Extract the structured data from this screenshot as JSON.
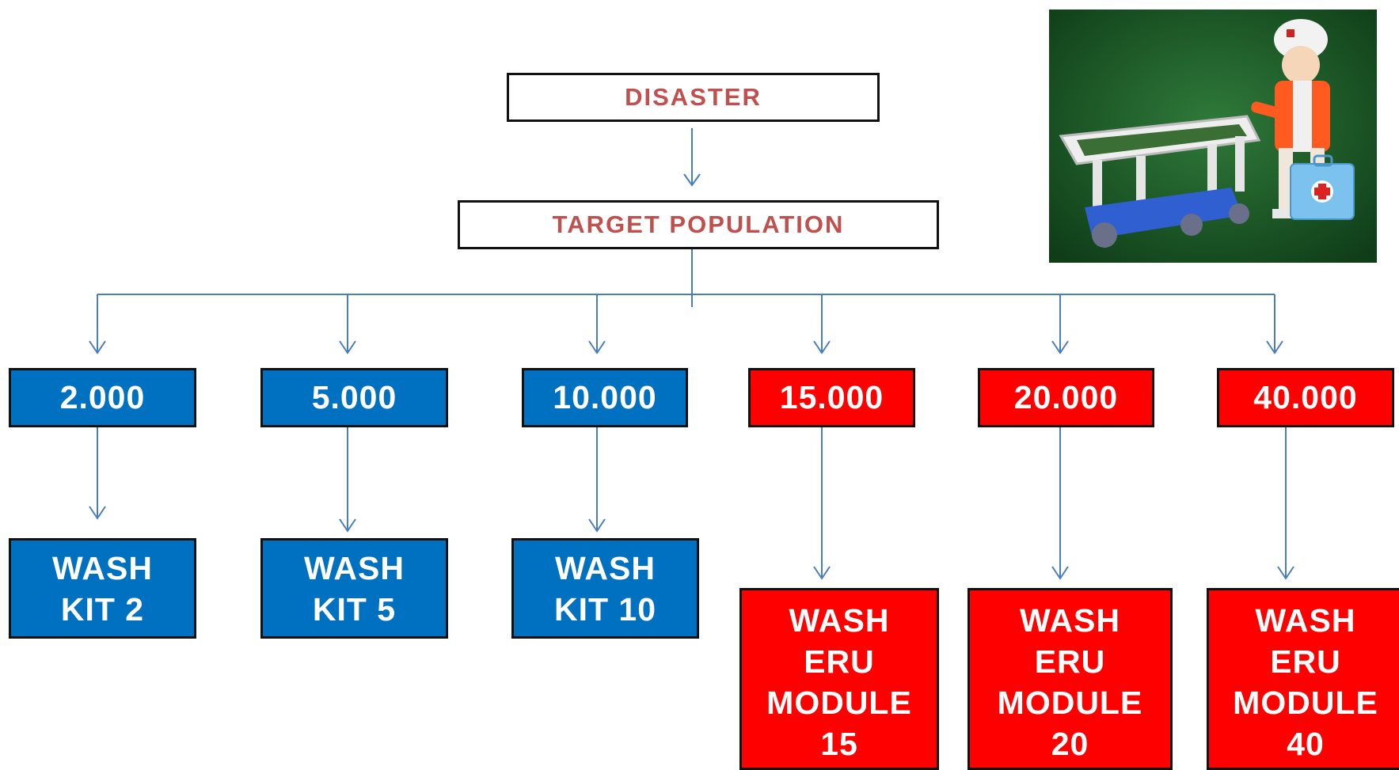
{
  "diagram": {
    "root": "DISASTER",
    "target": "TARGET POPULATION",
    "populations": [
      {
        "label": "2.000",
        "color": "blue",
        "output": "WASH\nKIT 2"
      },
      {
        "label": "5.000",
        "color": "blue",
        "output": "WASH\nKIT 5"
      },
      {
        "label": "10.000",
        "color": "blue",
        "output": "WASH\nKIT 10"
      },
      {
        "label": "15.000",
        "color": "red",
        "output": "WASH\nERU\nMODULE\n15"
      },
      {
        "label": "20.000",
        "color": "red",
        "output": "WASH\nERU\nMODULE\n20"
      },
      {
        "label": "40.000",
        "color": "red",
        "output": "WASH\nERU\nMODULE\n40"
      }
    ]
  },
  "photo": {
    "subject": "toy paramedic figure with stretcher and first-aid case"
  },
  "colors": {
    "blue": "#0070c0",
    "red": "#ff0000",
    "accent_text": "#c0504d",
    "connector": "#4a7ebb"
  }
}
